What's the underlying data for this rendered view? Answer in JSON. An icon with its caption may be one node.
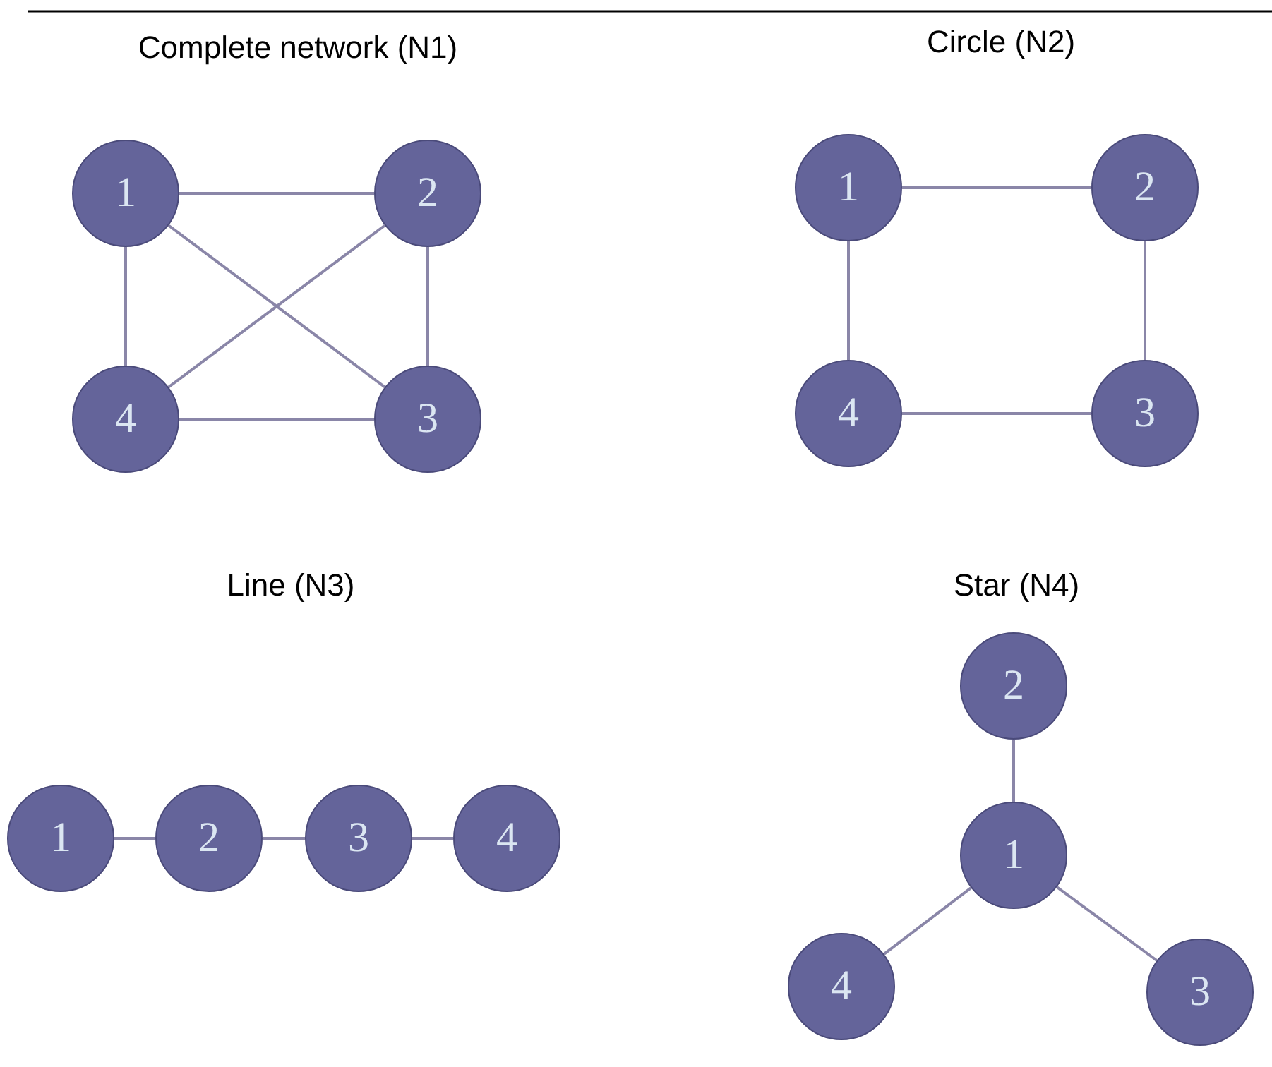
{
  "diagram": {
    "nodes": [
      {
        "text": [
          "1"
        ]
      },
      {
        "text": [
          "2"
        ]
      },
      {
        "text": [
          "4"
        ]
      },
      {
        "text": [
          "3"
        ]
      },
      {
        "text": [
          "1"
        ]
      },
      {
        "text": [
          "2"
        ]
      },
      {
        "text": [
          "4"
        ]
      },
      {
        "text": [
          "3"
        ]
      },
      {
        "text": [
          "1"
        ]
      },
      {
        "text": [
          "2"
        ]
      },
      {
        "text": [
          "3"
        ]
      },
      {
        "text": [
          "4"
        ]
      },
      {
        "text": [
          "2"
        ]
      },
      {
        "text": [
          "1"
        ]
      },
      {
        "text": [
          "4"
        ]
      },
      {
        "text": [
          "3"
        ]
      }
    ],
    "edges": [
      {
        "from": 0,
        "to": 1,
        "arrow": "none"
      },
      {
        "from": 0,
        "to": 2,
        "arrow": "none"
      },
      {
        "from": 0,
        "to": 3,
        "arrow": "none"
      },
      {
        "from": 1,
        "to": 2,
        "arrow": "none"
      },
      {
        "from": 1,
        "to": 3,
        "arrow": "none"
      },
      {
        "from": 2,
        "to": 3,
        "arrow": "none"
      },
      {
        "from": 4,
        "to": 5,
        "arrow": "none"
      },
      {
        "from": 5,
        "to": 7,
        "arrow": "none"
      },
      {
        "from": 7,
        "to": 6,
        "arrow": "none"
      },
      {
        "from": 6,
        "to": 4,
        "arrow": "none"
      },
      {
        "from": 8,
        "to": 9,
        "arrow": "none"
      },
      {
        "from": 9,
        "to": 10,
        "arrow": "none"
      },
      {
        "from": 10,
        "to": 11,
        "arrow": "none"
      },
      {
        "from": 13,
        "to": 12,
        "arrow": "none"
      },
      {
        "from": 13,
        "to": 14,
        "arrow": "none"
      },
      {
        "from": 13,
        "to": 15,
        "arrow": "none"
      }
    ],
    "labels": [
      "Complete network (N1)",
      "Circle (N2)",
      "Line (N3)",
      "Star (N4)"
    ]
  }
}
